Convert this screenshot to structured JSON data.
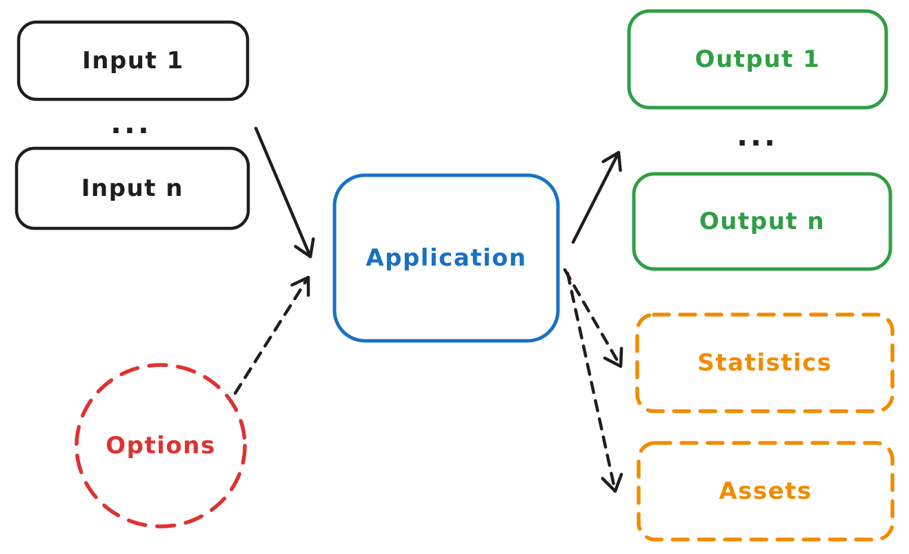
{
  "nodes": {
    "input_1": {
      "label": "Input 1",
      "shape": "rounded-rectangle",
      "border": "solid",
      "color": "#1e1e1e"
    },
    "input_n": {
      "label": "Input n",
      "shape": "rounded-rectangle",
      "border": "solid",
      "color": "#1e1e1e"
    },
    "application": {
      "label": "Application",
      "shape": "rounded-rectangle",
      "border": "solid",
      "color": "#1971c2"
    },
    "output_1": {
      "label": "Output 1",
      "shape": "rounded-rectangle",
      "border": "solid",
      "color": "#2f9e44"
    },
    "output_n": {
      "label": "Output n",
      "shape": "rounded-rectangle",
      "border": "solid",
      "color": "#2f9e44"
    },
    "statistics": {
      "label": "Statistics",
      "shape": "rounded-rectangle",
      "border": "dashed",
      "color": "#f08c00"
    },
    "assets": {
      "label": "Assets",
      "shape": "rounded-rectangle",
      "border": "dashed",
      "color": "#f08c00"
    },
    "options": {
      "label": "Options",
      "shape": "circle",
      "border": "dashed",
      "color": "#e03131"
    }
  },
  "ellipsis": {
    "inputs": "...",
    "outputs": "..."
  },
  "edges": [
    {
      "from": "inputs",
      "to": "application",
      "style": "solid"
    },
    {
      "from": "options",
      "to": "application",
      "style": "dashed"
    },
    {
      "from": "application",
      "to": "outputs",
      "style": "solid"
    },
    {
      "from": "application",
      "to": "statistics",
      "style": "dashed"
    },
    {
      "from": "application",
      "to": "assets",
      "style": "dashed"
    }
  ],
  "colors": {
    "ink": "#1e1e1e",
    "application_blue": "#1971c2",
    "output_green": "#2f9e44",
    "extras_orange": "#f08c00",
    "options_red": "#e03131",
    "background": "#ffffff"
  }
}
